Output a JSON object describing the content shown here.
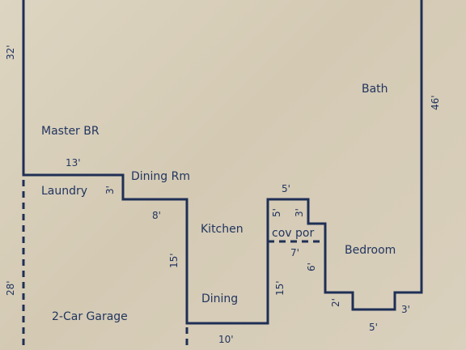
{
  "rooms": {
    "bath": "Bath",
    "master_br": "Master BR",
    "laundry": "Laundry",
    "dining_rm": "Dining Rm",
    "kitchen": "Kitchen",
    "dining": "Dining",
    "cov_por": "cov por",
    "bedroom": "Bedroom",
    "garage": "2-Car Garage"
  },
  "dimensions": {
    "d32": "32'",
    "d46": "46'",
    "d13": "13'",
    "d3a": "3'",
    "d8": "8'",
    "d15a": "15'",
    "d5a": "5'",
    "d5b": "5'",
    "d3b": "3'",
    "d7": "7'",
    "d6": "6'",
    "d15b": "15'",
    "d2": "2'",
    "d3c": "3'",
    "d5c": "5'",
    "d10": "10'",
    "d28": "28'"
  }
}
